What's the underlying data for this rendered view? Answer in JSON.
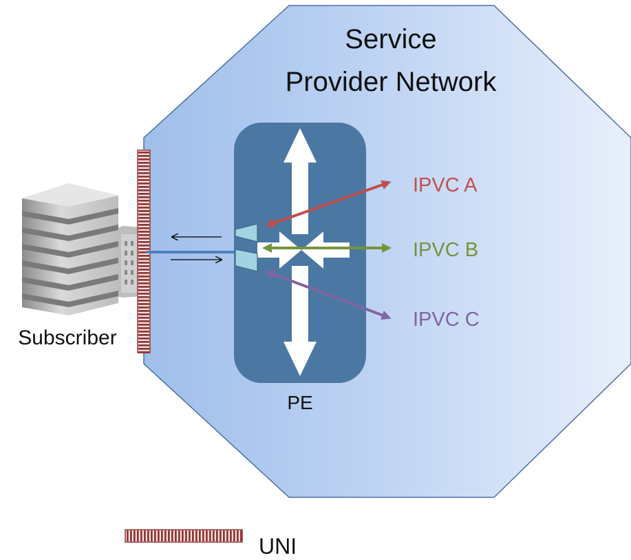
{
  "network": {
    "title_line1": "Service",
    "title_line2": "Provider Network"
  },
  "subscriber": {
    "label": "Subscriber"
  },
  "pe": {
    "label": "PE"
  },
  "ipvcs": [
    {
      "label": "IPVC A",
      "color": "#c0504d"
    },
    {
      "label": "IPVC B",
      "color": "#77933c"
    },
    {
      "label": "IPVC C",
      "color": "#8064a2"
    }
  ],
  "legend": {
    "label": "UNI"
  },
  "colors": {
    "network_fill_left": "#a9c4ec",
    "network_fill_right": "#e6eefb",
    "network_stroke": "#4a6fa5",
    "pe_fill": "#4a78a3",
    "uni_color": "#943634",
    "port_fill": "#a3d3e0"
  }
}
